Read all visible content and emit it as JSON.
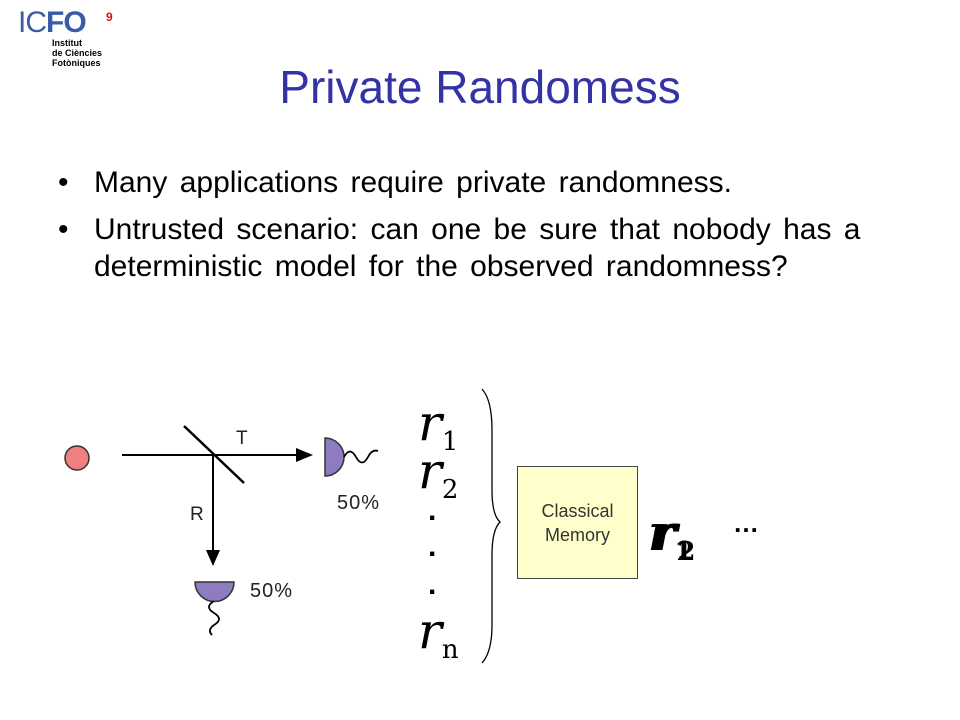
{
  "logo": {
    "ic": "IC",
    "fo": "FO",
    "mark": "9",
    "line1": "Institut",
    "line2": "de Ciències",
    "line3": "Fotòniques"
  },
  "title": "Private Randomess",
  "bullets": [
    "Many applications require private randomness.",
    "Untrusted scenario: can one be sure that nobody has a deterministic model for the observed randomness?"
  ],
  "bullet_marker": "•",
  "diagram": {
    "label_t": "T",
    "label_r": "R",
    "pct_right": "50%",
    "pct_bottom": "50%",
    "r_symbol": "r",
    "sub1": "1",
    "sub2": "2",
    "subn": "n",
    "vertical_dot": ".",
    "memory_line1": "Classical",
    "memory_line2": "Memory",
    "ellipsis": "…",
    "colors": {
      "source": "#f08080",
      "detector": "#8e7cc3"
    }
  }
}
